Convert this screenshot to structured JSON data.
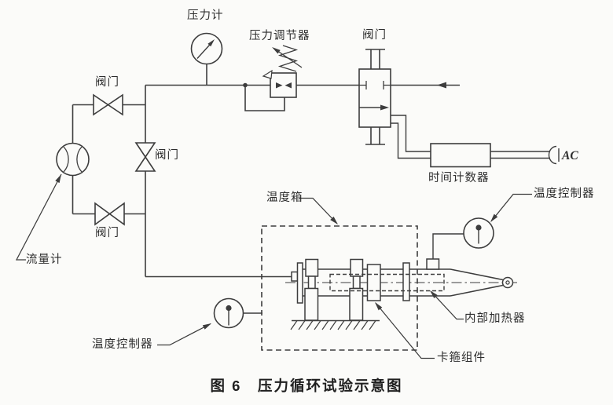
{
  "figure": {
    "caption": "图 6　压力循环试验示意图",
    "labels": {
      "pressure_gauge": "压力计",
      "pressure_regulator": "压力调节器",
      "valve_top_left": "阀门",
      "valve_middle": "阀门",
      "valve_bottom": "阀门",
      "valve_outlet": "阀门",
      "time_counter": "时间计数器",
      "ac_power": "AC",
      "temperature_chamber": "温度箱",
      "temperature_controller_left": "温度控制器",
      "temperature_controller_right": "温度控制器",
      "flow_meter": "流量计",
      "internal_heater": "内部加热器",
      "clamp_assembly": "卡箍组件"
    },
    "colors": {
      "line": "#3d3d3d",
      "text": "#2e2e2e",
      "background": "#fbfbf9"
    }
  }
}
